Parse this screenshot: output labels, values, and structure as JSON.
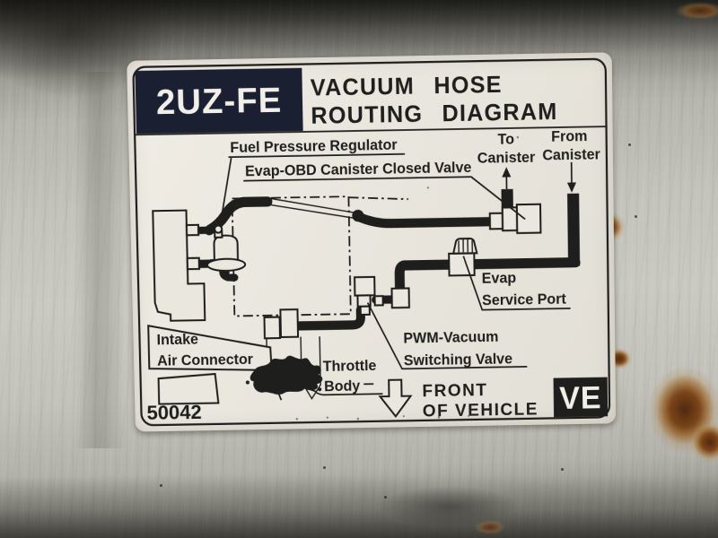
{
  "colors": {
    "ink": "#1e1e1c",
    "header_bg": "#1a1f31",
    "label_bg": "#eae7df",
    "label_text": "#f2efe8",
    "metal": "#c2c1b9",
    "rust": "#7a4418"
  },
  "header": {
    "engine_code": "2UZ-FE",
    "title_line1": "VACUUM HOSE",
    "title_line2": "ROUTING DIAGRAM"
  },
  "diagram": {
    "labels": {
      "fuel_pressure_regulator": "Fuel Pressure Regulator",
      "evap_obd_canister_closed_valve": "Evap-OBD Canister Closed Valve",
      "to_canister_line1": "To",
      "to_canister_line2": "Canister",
      "from_canister_line1": "From",
      "from_canister_line2": "Canister",
      "evap_service_port_line1": "Evap",
      "evap_service_port_line2": "Service Port",
      "pwm_vsv_line1": "PWM-Vacuum",
      "pwm_vsv_line2": "Switching Valve",
      "intake_air_connector_line1": "Intake",
      "intake_air_connector_line2": "Air Connector",
      "throttle_body_line1": "Throttle",
      "throttle_body_line2": "Body"
    }
  },
  "footer": {
    "part_number": "50042",
    "front_of_vehicle_line1": "FRONT",
    "front_of_vehicle_line2": "OF VEHICLE",
    "corner_code": "VE"
  }
}
